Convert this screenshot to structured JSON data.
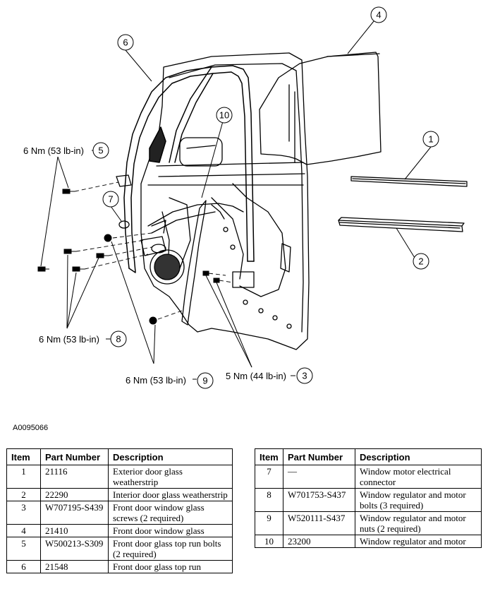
{
  "figure_id": "A0095066",
  "callouts": {
    "c1": "1",
    "c2": "2",
    "c3": "3",
    "c4": "4",
    "c5": "5",
    "c6": "6",
    "c7": "7",
    "c8": "8",
    "c9": "9",
    "c10": "10"
  },
  "torque_labels": {
    "t5": "6 Nm (53 lb-in)",
    "t8": "6 Nm (53 lb-in)",
    "t9": "6 Nm (53 lb-in)",
    "t3": "5 Nm (44 lb-in)"
  },
  "table_headers": {
    "item": "Item",
    "part_number": "Part Number",
    "description": "Description"
  },
  "parts_left": [
    {
      "item": "1",
      "part_number": "21116",
      "description": "Exterior door glass weatherstrip"
    },
    {
      "item": "2",
      "part_number": "22290",
      "description": "Interior door glass weatherstrip"
    },
    {
      "item": "3",
      "part_number": "W707195-S439",
      "description": "Front door window glass screws (2 required)"
    },
    {
      "item": "4",
      "part_number": "21410",
      "description": "Front door window glass"
    },
    {
      "item": "5",
      "part_number": "W500213-S309",
      "description": "Front door glass top run bolts (2 required)"
    },
    {
      "item": "6",
      "part_number": "21548",
      "description": "Front door glass top run"
    }
  ],
  "parts_right": [
    {
      "item": "7",
      "part_number": "—",
      "description": "Window motor electrical connector"
    },
    {
      "item": "8",
      "part_number": "W701753-S437",
      "description": "Window regulator and motor bolts (3 required)"
    },
    {
      "item": "9",
      "part_number": "W520111-S437",
      "description": "Window regulator and motor nuts (2 required)"
    },
    {
      "item": "10",
      "part_number": "23200",
      "description": "Window regulator and motor"
    }
  ]
}
